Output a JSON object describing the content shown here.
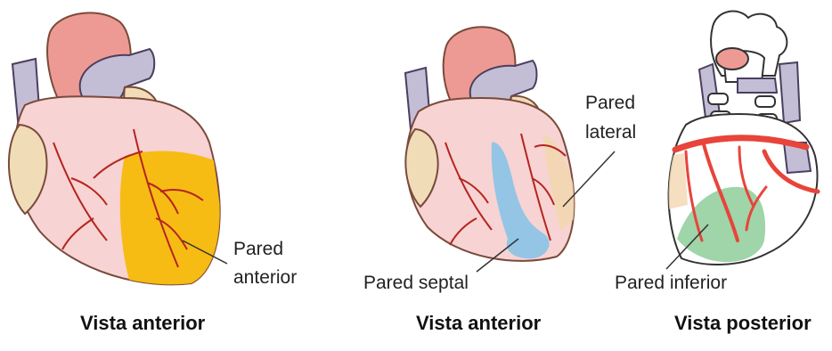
{
  "labels": {
    "anterior_wall": [
      "Pared",
      "anterior"
    ],
    "septal_wall": "Pared septal",
    "lateral_wall": [
      "Pared",
      "lateral"
    ],
    "inferior_wall": "Pared inferior"
  },
  "captions": {
    "left": "Vista anterior",
    "middle": "Vista anterior",
    "right": "Vista posterior"
  },
  "colors": {
    "myocardium": "#f7d3d3",
    "myocardium_outline": "#7a4a3a",
    "vessel": "#c4bdd6",
    "aorta": "#ee9a94",
    "atrium": "#f1dcb8",
    "coronary": "#b5251f",
    "anterior_wall_fill": "#f7bb0a",
    "septal_wall_fill": "#8ec4e6",
    "lateral_wall_fill": "#f2d7b0",
    "inferior_wall_fill": "#9ad3a4",
    "posterior_artery": "#e8443a"
  }
}
